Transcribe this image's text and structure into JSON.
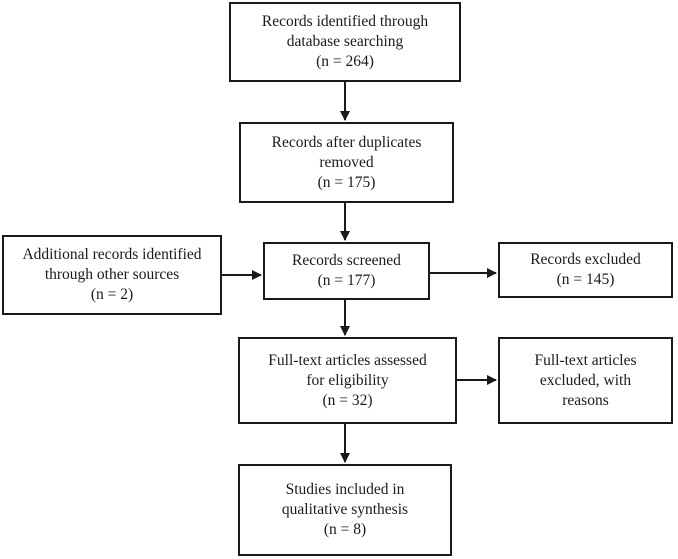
{
  "flowchart": {
    "identified": {
      "line1": "Records identified through",
      "line2": "database searching",
      "line3": "(n = 264)"
    },
    "duplicates_removed": {
      "line1": "Records after duplicates",
      "line2": "removed",
      "line3": "(n = 175)"
    },
    "additional": {
      "line1": "Additional records identified",
      "line2": "through other sources",
      "line3": "(n = 2)"
    },
    "screened": {
      "line1": "Records screened",
      "line2": "(n = 177)"
    },
    "excluded": {
      "line1": "Records excluded",
      "line2": "(n = 145)"
    },
    "fulltext_assessed": {
      "line1": "Full-text articles assessed",
      "line2": "for eligibility",
      "line3": "(n = 32)"
    },
    "fulltext_excluded": {
      "line1": "Full-text articles",
      "line2": "excluded, with",
      "line3": "reasons"
    },
    "included": {
      "line1": "Studies included in",
      "line2": "qualitative synthesis",
      "line3": "(n = 8)"
    }
  }
}
